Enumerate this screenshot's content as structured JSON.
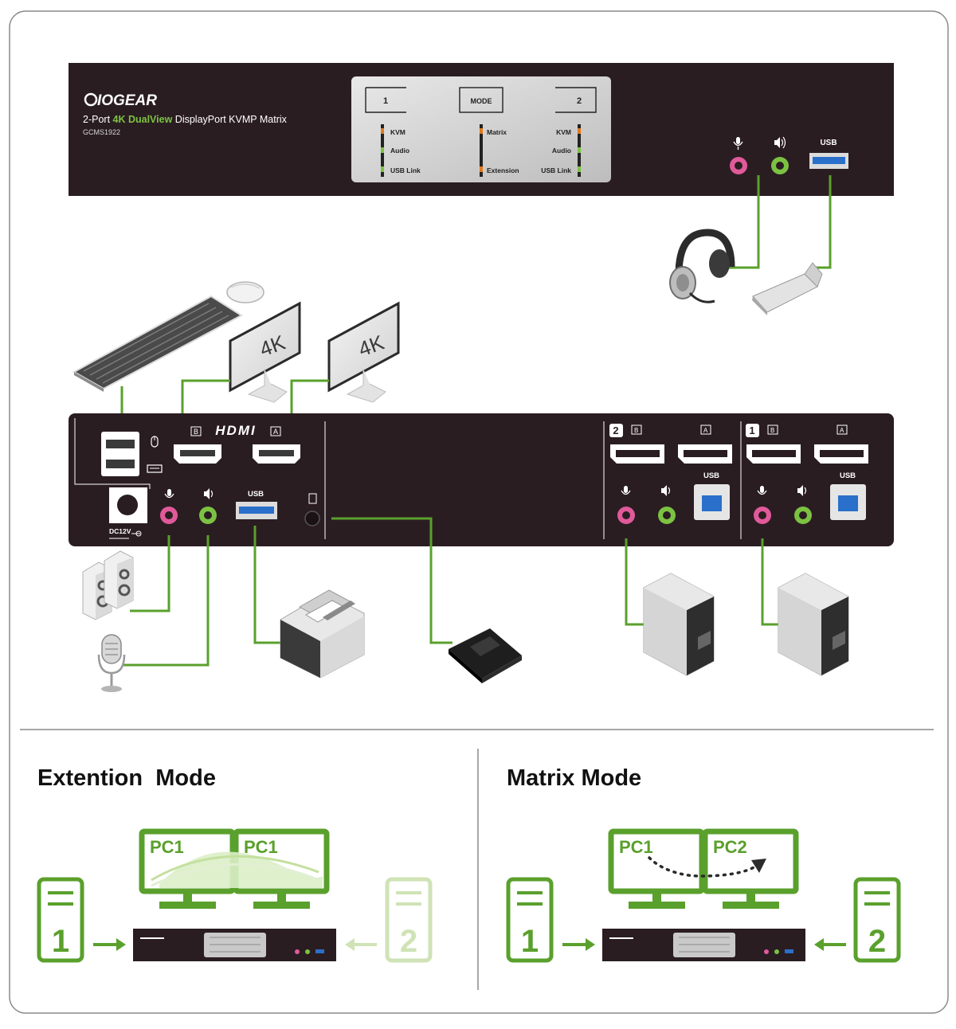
{
  "colors": {
    "green": "#5aa02c",
    "green_dark": "#4c8a22",
    "green_light": "#cfe3b6",
    "device": "#2a1d22",
    "pink": "#e05a9a",
    "usb_blue": "#2a6fc9",
    "border": "#8a8a8a"
  },
  "front_panel": {
    "brand": "IOGEAR",
    "product_prefix": "2-Port ",
    "product_highlight": "4K DualView",
    "product_suffix": " DisplayPort KVMP Matrix",
    "model": "GCMS1922",
    "btn_port1": "1",
    "btn_mode": "MODE",
    "btn_port2": "2",
    "leds_left": [
      "KVM",
      "Audio",
      "USB Link"
    ],
    "leds_mid": [
      "Matrix",
      "Extension"
    ],
    "leds_right": [
      "KVM",
      "Audio",
      "USB Link"
    ],
    "usb_label": "USB"
  },
  "peripherals": {
    "monitor_b_label": "4K",
    "monitor_a_label": "4K"
  },
  "rear_panel": {
    "hdmi_logo": "HDMI",
    "usb_label": "USB",
    "dc_label": "DC12V",
    "pc2_label": "2",
    "pc1_label": "1",
    "port_b": "B",
    "port_a": "A",
    "pc2_usb": "USB",
    "pc1_usb": "USB"
  },
  "extension_mode": {
    "title": "Extention  Mode",
    "monitor1": "PC1",
    "monitor2": "PC1",
    "pc_left": "1",
    "pc_right": "2"
  },
  "matrix_mode": {
    "title": "Matrix Mode",
    "monitor1": "PC1",
    "monitor2": "PC2",
    "pc_left": "1",
    "pc_right": "2"
  }
}
